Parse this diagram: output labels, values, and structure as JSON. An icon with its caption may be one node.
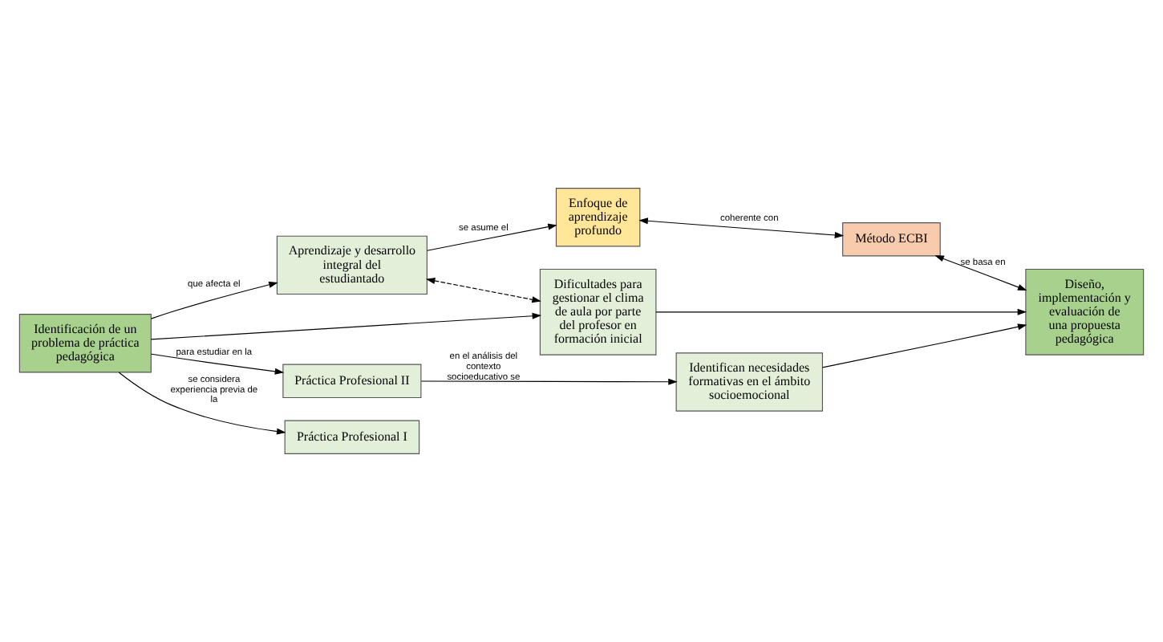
{
  "diagram": {
    "nodes": [
      {
        "text": [
          "Identificación de un problema de práctica pedagógica"
        ]
      },
      {
        "text": [
          "Aprendizaje y desarrollo integral del estudiantado"
        ]
      },
      {
        "text": [
          "Enfoque de aprendizaje profundo"
        ]
      },
      {
        "text": [
          "Dificultades para gestionar el clima de aula por parte del profesor en formación inicial"
        ]
      },
      {
        "text": [
          "Método ECBI"
        ]
      },
      {
        "text": [
          "Práctica Profesional II"
        ]
      },
      {
        "text": [
          "Práctica Profesional I"
        ]
      },
      {
        "text": [
          "Identifican necesidades formativas en el ámbito socioemocional"
        ]
      },
      {
        "text": [
          "Diseño, implementación y evaluación de una propuesta pedagógica"
        ]
      }
    ],
    "edges": [
      {
        "from": 0,
        "to": 1,
        "arrow": "to",
        "label": "que afecta el"
      },
      {
        "from": 1,
        "to": 2,
        "arrow": "to",
        "label": "se asume el"
      },
      {
        "from": 1,
        "to": 3,
        "arrow": "both",
        "style": "dashed"
      },
      {
        "from": 2,
        "to": 4,
        "arrow": "both",
        "label": "coherente con"
      },
      {
        "from": 0,
        "to": 3,
        "arrow": "to"
      },
      {
        "from": 0,
        "to": 5,
        "arrow": "to",
        "label": "para estudiar en la"
      },
      {
        "from": 0,
        "to": 6,
        "arrow": "to",
        "label": "se considera experiencia previa de la"
      },
      {
        "from": 5,
        "to": 7,
        "arrow": "to",
        "label": "en el análisis del contexto socioeducativo se"
      },
      {
        "from": 3,
        "to": 8,
        "arrow": "to"
      },
      {
        "from": 4,
        "to": 8,
        "arrow": "both",
        "label": "se basa en"
      },
      {
        "from": 7,
        "to": 8,
        "arrow": "to"
      }
    ]
  }
}
